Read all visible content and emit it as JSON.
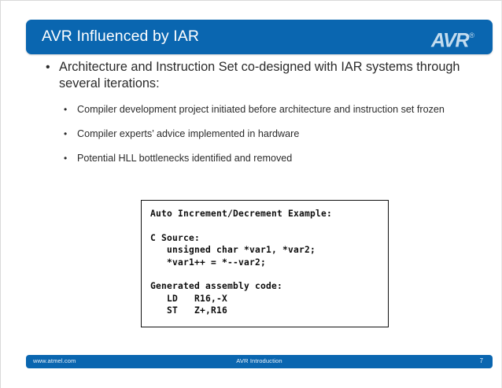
{
  "header": {
    "title": "AVR Influenced by IAR",
    "logo_text": "AVR",
    "logo_trademark": "®",
    "bar_color": "#0a66b0",
    "title_color": "#ffffff",
    "logo_color": "#c3dcef"
  },
  "content": {
    "bullet_marker": "•",
    "level1": [
      {
        "text": "Architecture and Instruction Set co-designed with IAR systems through several iterations:"
      }
    ],
    "level2": [
      {
        "text": "Compiler development project initiated before architecture and instruction set frozen"
      },
      {
        "text": "Compiler experts’ advice implemented in hardware"
      },
      {
        "text": "Potential HLL bottlenecks identified and removed"
      }
    ]
  },
  "code_box": {
    "border_color": "#111111",
    "lines": [
      "Auto Increment/Decrement Example:",
      "",
      "C Source:",
      "   unsigned char *var1, *var2;",
      "   *var1++ = *--var2;",
      "",
      "Generated assembly code:",
      "   LD   R16,-X",
      "   ST   Z+,R16"
    ],
    "text": "Auto Increment/Decrement Example:\n\nC Source:\n   unsigned char *var1, *var2;\n   *var1++ = *--var2;\n\nGenerated assembly code:\n   LD   R16,-X\n   ST   Z+,R16"
  },
  "footer": {
    "url": "www.atmel.com",
    "deck_title": "AVR Introduction",
    "page_number": "7",
    "bar_color": "#0a66b0",
    "text_color": "#eaf2fa"
  }
}
